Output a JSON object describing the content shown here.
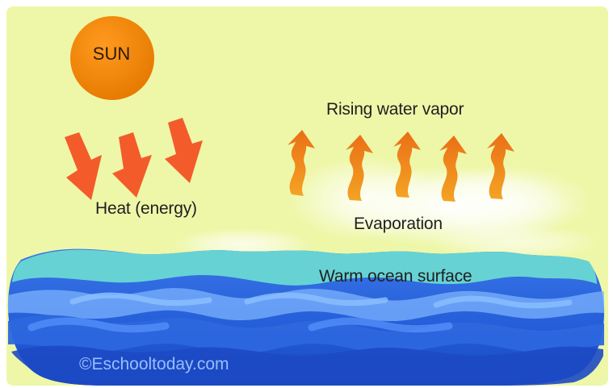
{
  "labels": {
    "sun": "SUN",
    "heat": "Heat (energy)",
    "rising_vapor": "Rising water vapor",
    "evaporation": "Evaporation",
    "ocean_surface": "Warm ocean surface",
    "credit": "©Eschooltoday.com"
  },
  "colors": {
    "background": "#eef7a8",
    "sun": "#f08a14",
    "heat_arrow": "#f45b2a",
    "vapor_arrow": "#f08a18",
    "ocean_top": "#67d2d4",
    "ocean_deep": "#1f56d8"
  }
}
